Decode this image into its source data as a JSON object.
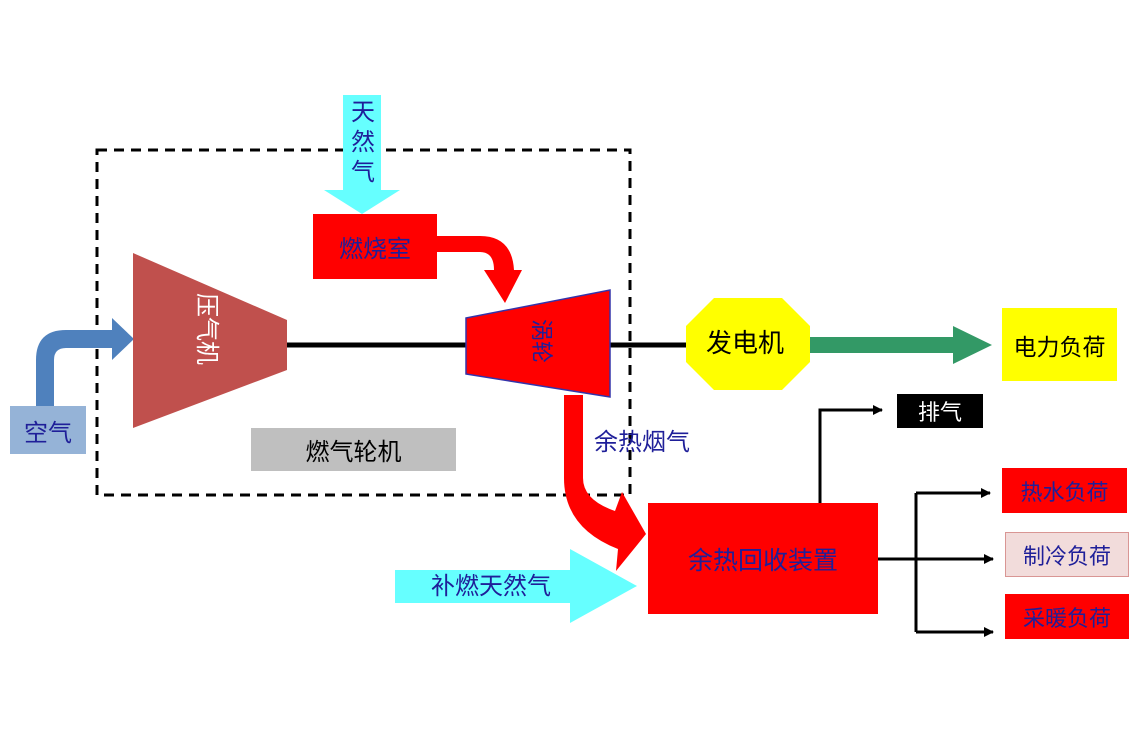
{
  "labels": {
    "natural_gas": "天然气",
    "combustor": "燃烧室",
    "compressor": "压气机",
    "turbine": "涡轮",
    "generator": "发电机",
    "power_load": "电力负荷",
    "air": "空气",
    "gas_turbine": "燃气轮机",
    "waste_heat_flue_gas": "余热烟气",
    "exhaust": "排气",
    "heat_recovery_unit": "余热回收装置",
    "supplementary_gas": "补燃天然气",
    "hot_water_load": "热水负荷",
    "cooling_load": "制冷负荷",
    "heating_load": "采暖负荷"
  },
  "colors": {
    "red": "#ff0000",
    "compressor_red": "#c0504d",
    "cyan": "#66ffff",
    "blue_arrow": "#4f81bd",
    "air_box": "#95b3d7",
    "green_arrow": "#339966",
    "yellow": "#ffff00",
    "gray_box": "#bfbfbf",
    "pink_box": "#f2dcdb",
    "navy_text": "#1f1f99"
  }
}
